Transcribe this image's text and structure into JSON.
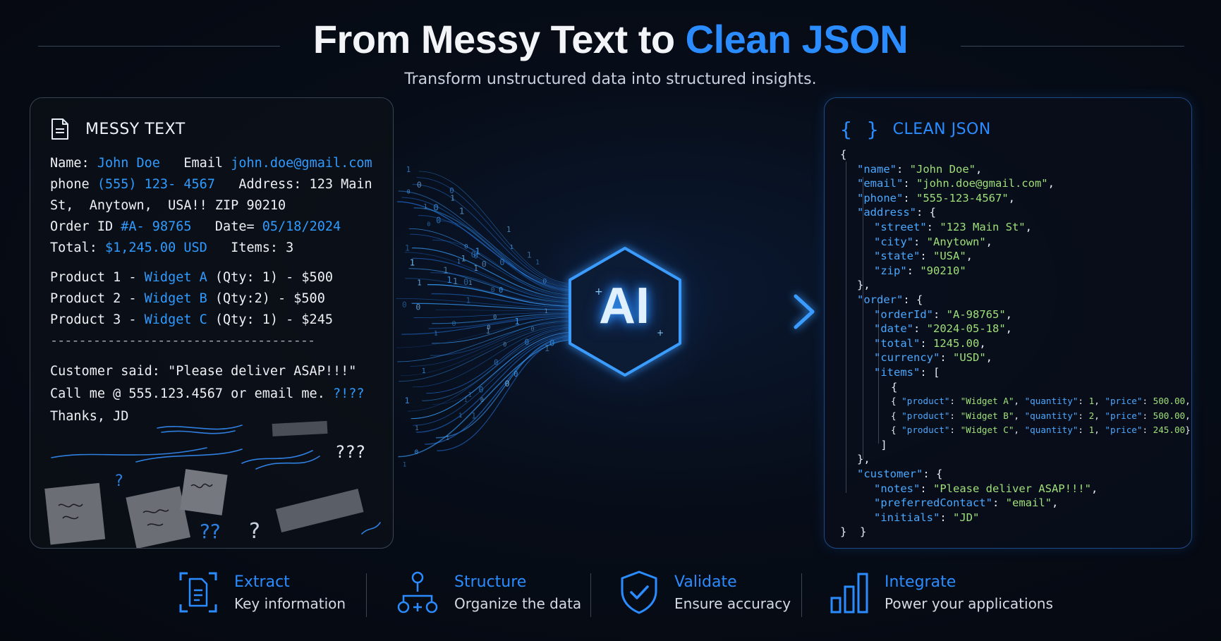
{
  "header": {
    "title_part1": "From Messy Text to ",
    "title_part2": "Clean JSON",
    "subtitle": "Transform unstructured data into structured insights."
  },
  "colors": {
    "accent": "#2a8cff",
    "json_key": "#4aa8ff",
    "json_value": "#9fe07a",
    "background": "#070d18"
  },
  "messy_panel": {
    "title": "MESSY TEXT",
    "icon": "document-icon",
    "lines": [
      [
        {
          "t": "Name: "
        },
        {
          "t": "John Doe",
          "h": true
        },
        {
          "t": "   Email "
        },
        {
          "t": "john.doe@gmail.com",
          "h": true
        }
      ],
      [
        {
          "t": "phone "
        },
        {
          "t": "(555) 123- 4567",
          "h": true
        },
        {
          "t": "   Address: 123 Main"
        }
      ],
      [
        {
          "t": "St,  Anytown,  USA!! ZIP 90210"
        }
      ],
      [
        {
          "t": "Order ID "
        },
        {
          "t": "#A- 98765",
          "h": true
        },
        {
          "t": "   Date= "
        },
        {
          "t": "05/18/2024",
          "h": true
        }
      ],
      [
        {
          "t": "Total: "
        },
        {
          "t": "$1,245.00 USD",
          "h": true
        },
        {
          "t": "   Items: 3"
        }
      ],
      [
        {
          "t": "Product 1 - "
        },
        {
          "t": "Widget A",
          "h": true
        },
        {
          "t": " (Qty: 1) - $500"
        }
      ],
      [
        {
          "t": "Product 2 - "
        },
        {
          "t": "Widget B",
          "h": true
        },
        {
          "t": " (Qty:2) - $500"
        }
      ],
      [
        {
          "t": "Product 3 - "
        },
        {
          "t": "Widget C",
          "h": true
        },
        {
          "t": " (Qty: 1) - $245"
        }
      ],
      [
        {
          "t": "-------------------------------------",
          "d": true
        }
      ],
      [
        {
          "t": "Customer said: \"Please deliver ASAP!!!\""
        }
      ],
      [
        {
          "t": "Call me @ 555.123.4567 or email me. "
        },
        {
          "t": "?!??",
          "h": true
        }
      ],
      [
        {
          "t": "Thanks, JD"
        }
      ]
    ],
    "scribble_marks": [
      "???",
      "?",
      "??",
      "?"
    ]
  },
  "center": {
    "badge": "AI",
    "binary_digits": "0110100101100110101001011011001011010110010110101001101011001101"
  },
  "json_panel": {
    "title": "CLEAN JSON",
    "icon": "braces-icon",
    "braces_glyph": "{ }",
    "lines": [
      {
        "i": 0,
        "s": [
          {
            "p": "{"
          }
        ]
      },
      {
        "i": 1,
        "s": [
          {
            "k": "\"name\""
          },
          {
            "p": ": "
          },
          {
            "v": "\"John Doe\""
          },
          {
            "p": ","
          }
        ]
      },
      {
        "i": 1,
        "s": [
          {
            "k": "\"email\""
          },
          {
            "p": ": "
          },
          {
            "v": "\"john.doe@gmail.com\""
          },
          {
            "p": ","
          }
        ]
      },
      {
        "i": 1,
        "s": [
          {
            "k": "\"phone\""
          },
          {
            "p": ": "
          },
          {
            "v": "\"555-123-4567\""
          },
          {
            "p": ","
          }
        ]
      },
      {
        "i": 1,
        "s": [
          {
            "k": "\"address\""
          },
          {
            "p": ": {"
          }
        ]
      },
      {
        "i": 2,
        "s": [
          {
            "k": "\"street\""
          },
          {
            "p": ": "
          },
          {
            "v": "\"123 Main St\""
          },
          {
            "p": ","
          }
        ]
      },
      {
        "i": 2,
        "s": [
          {
            "k": "\"city\""
          },
          {
            "p": ": "
          },
          {
            "v": "\"Anytown\""
          },
          {
            "p": ","
          }
        ]
      },
      {
        "i": 2,
        "s": [
          {
            "k": "\"state\""
          },
          {
            "p": ": "
          },
          {
            "v": "\"USA\""
          },
          {
            "p": ","
          }
        ]
      },
      {
        "i": 2,
        "s": [
          {
            "k": "\"zip\""
          },
          {
            "p": ": "
          },
          {
            "v": "\"90210\""
          }
        ]
      },
      {
        "i": 1,
        "s": [
          {
            "p": "},"
          }
        ]
      },
      {
        "i": 1,
        "s": [
          {
            "k": "\"order\""
          },
          {
            "p": ": {"
          }
        ]
      },
      {
        "i": 2,
        "s": [
          {
            "k": "\"orderId\""
          },
          {
            "p": ": "
          },
          {
            "v": "\"A-98765\""
          },
          {
            "p": ","
          }
        ]
      },
      {
        "i": 2,
        "s": [
          {
            "k": "\"date\""
          },
          {
            "p": ": "
          },
          {
            "v": "\"2024-05-18\""
          },
          {
            "p": ","
          }
        ]
      },
      {
        "i": 2,
        "s": [
          {
            "k": "\"total\""
          },
          {
            "p": ": "
          },
          {
            "v": "1245.00"
          },
          {
            "p": ","
          }
        ]
      },
      {
        "i": 2,
        "s": [
          {
            "k": "\"currency\""
          },
          {
            "p": ": "
          },
          {
            "v": "\"USD\""
          },
          {
            "p": ","
          }
        ]
      },
      {
        "i": 2,
        "s": [
          {
            "k": "\"items\""
          },
          {
            "p": ": ["
          }
        ]
      },
      {
        "i": 3,
        "s": [
          {
            "p": "{"
          }
        ]
      },
      {
        "i": 3,
        "small": true,
        "s": [
          {
            "p": "{ "
          },
          {
            "k": "\"product\""
          },
          {
            "p": ": "
          },
          {
            "v": "\"Widget A\""
          },
          {
            "p": ", "
          },
          {
            "k": "\"quantity\""
          },
          {
            "p": ": "
          },
          {
            "v": "1"
          },
          {
            "p": ", "
          },
          {
            "k": "\"price\""
          },
          {
            "p": ": "
          },
          {
            "v": "500.00"
          },
          {
            "p": ","
          }
        ]
      },
      {
        "i": 3,
        "small": true,
        "s": [
          {
            "p": "{ "
          },
          {
            "k": "\"product\""
          },
          {
            "p": ": "
          },
          {
            "v": "\"Widget B\""
          },
          {
            "p": ", "
          },
          {
            "k": "\"quantity\""
          },
          {
            "p": ": "
          },
          {
            "v": "2"
          },
          {
            "p": ", "
          },
          {
            "k": "\"price\""
          },
          {
            "p": ": "
          },
          {
            "v": "500.00"
          },
          {
            "p": ","
          }
        ]
      },
      {
        "i": 3,
        "small": true,
        "s": [
          {
            "p": "{ "
          },
          {
            "k": "\"product\""
          },
          {
            "p": ": "
          },
          {
            "v": "\"Widget C\""
          },
          {
            "p": ", "
          },
          {
            "k": "\"quantity\""
          },
          {
            "p": ": "
          },
          {
            "v": "1"
          },
          {
            "p": ", "
          },
          {
            "k": "\"price\""
          },
          {
            "p": ": "
          },
          {
            "v": "245.00"
          },
          {
            "p": "}"
          }
        ]
      },
      {
        "i": 2,
        "s": [
          {
            "p": " ]"
          }
        ]
      },
      {
        "i": 1,
        "s": [
          {
            "p": "},"
          }
        ]
      },
      {
        "i": 1,
        "s": [
          {
            "k": "\"customer\""
          },
          {
            "p": ": {"
          }
        ]
      },
      {
        "i": 2,
        "s": [
          {
            "k": "\"notes\""
          },
          {
            "p": ": "
          },
          {
            "v": "\"Please deliver ASAP!!!\""
          },
          {
            "p": ","
          }
        ]
      },
      {
        "i": 2,
        "s": [
          {
            "k": "\"preferredContact\""
          },
          {
            "p": ": "
          },
          {
            "v": "\"email\""
          },
          {
            "p": ","
          }
        ]
      },
      {
        "i": 2,
        "s": [
          {
            "k": "\"initials\""
          },
          {
            "p": ": "
          },
          {
            "v": "\"JD\""
          }
        ]
      },
      {
        "i": 0,
        "s": [
          {
            "p": "}  }"
          }
        ]
      }
    ]
  },
  "features": [
    {
      "title": "Extract",
      "subtitle": "Key information",
      "icon": "extract-document-icon"
    },
    {
      "title": "Structure",
      "subtitle": "Organize the data",
      "icon": "hierarchy-icon"
    },
    {
      "title": "Validate",
      "subtitle": "Ensure accuracy",
      "icon": "shield-check-icon"
    },
    {
      "title": "Integrate",
      "subtitle": "Power your applications",
      "icon": "bar-chart-icon"
    }
  ]
}
